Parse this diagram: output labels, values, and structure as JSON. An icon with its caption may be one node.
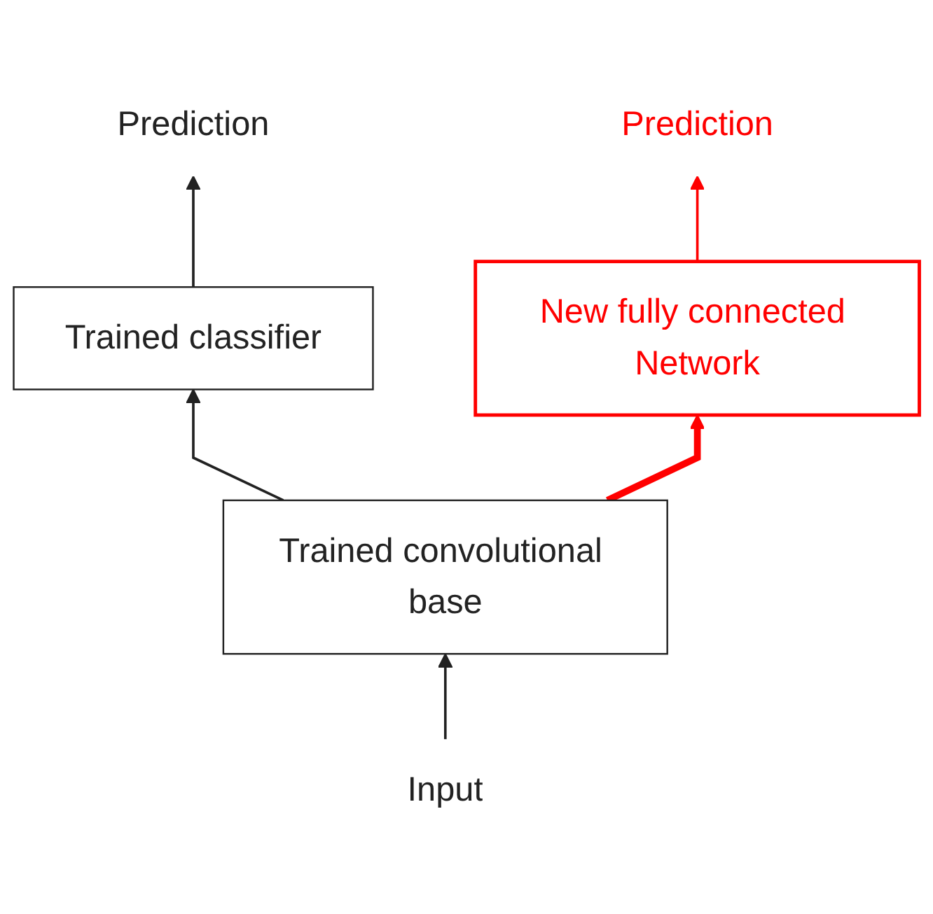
{
  "diagram": {
    "nodes": [
      {
        "text": [
          "Prediction"
        ]
      },
      {
        "text": [
          "Trained classifier"
        ]
      },
      {
        "text": [
          "Trained convolutional base"
        ]
      },
      {
        "text": [
          "Input"
        ]
      },
      {
        "text": [
          "Prediction"
        ]
      },
      {
        "text": [
          "New fully connected Network"
        ]
      }
    ],
    "edges": [
      {
        "from": 3,
        "to": 2,
        "arrow": "to"
      },
      {
        "from": 2,
        "to": 1,
        "arrow": "to"
      },
      {
        "from": 1,
        "to": 0,
        "arrow": "to"
      },
      {
        "from": 2,
        "to": 5,
        "arrow": "to",
        "style": "thick",
        "color": "#ff0000"
      },
      {
        "from": 5,
        "to": 4,
        "arrow": "to",
        "color": "#ff0000"
      }
    ]
  }
}
